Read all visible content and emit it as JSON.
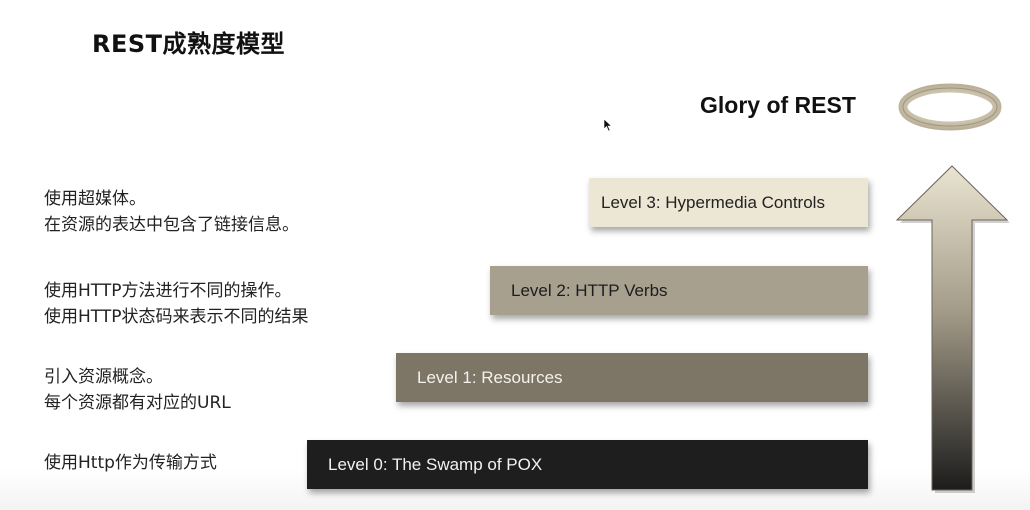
{
  "title": "REST成熟度模型",
  "glory_label": "Glory of REST",
  "levels": [
    {
      "label": "Level 3: Hypermedia Controls"
    },
    {
      "label": "Level 2: HTTP Verbs"
    },
    {
      "label": "Level 1: Resources"
    },
    {
      "label": "Level 0: The Swamp of POX"
    }
  ],
  "descriptions": [
    {
      "lines": [
        "使用超媒体。",
        "在资源的表达中包含了链接信息。"
      ]
    },
    {
      "lines": [
        "使用HTTP方法进行不同的操作。",
        "使用HTTP状态码来表示不同的结果"
      ]
    },
    {
      "lines": [
        "引入资源概念。",
        "每个资源都有对应的URL"
      ]
    },
    {
      "lines": [
        "使用Http作为传输方式"
      ]
    }
  ],
  "colors": {
    "level3": "#ece6d4",
    "level2": "#a7a08f",
    "level1": "#7d7565",
    "level0": "#1e1e1e",
    "arrow_top": "#e8e2cf",
    "arrow_bottom": "#1c1c1c",
    "halo": "#d9d2bc"
  },
  "icons": [
    "halo-icon",
    "up-arrow-icon",
    "mouse-cursor-icon"
  ]
}
